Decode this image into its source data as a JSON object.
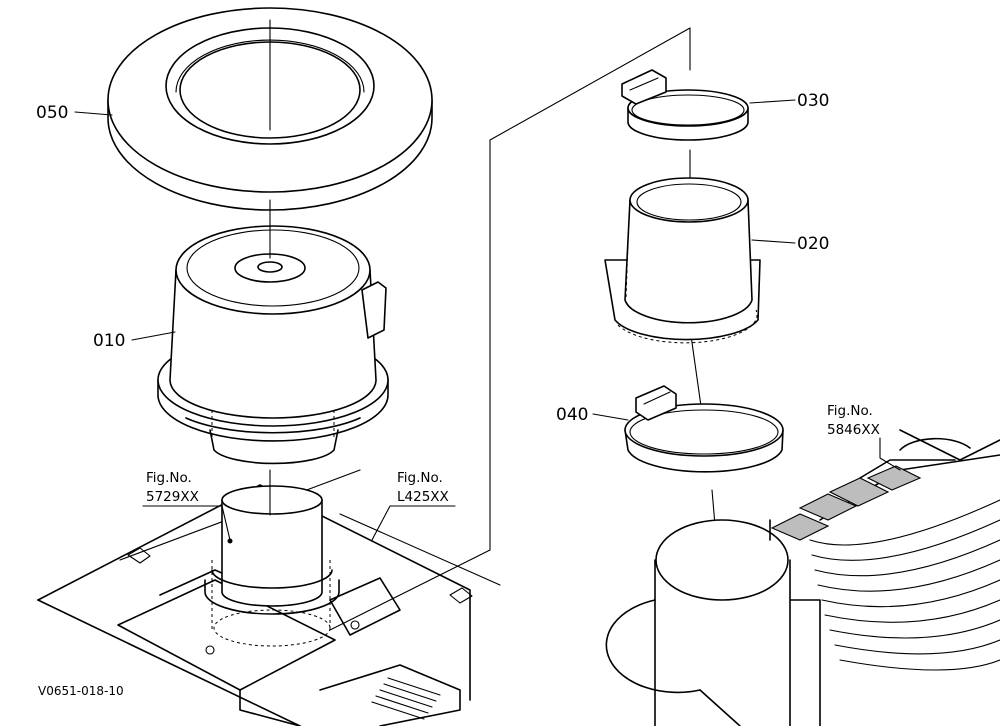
{
  "diagram": {
    "callouts": {
      "p050": "050",
      "p010": "010",
      "p030": "030",
      "p020": "020",
      "p040": "040"
    },
    "figure_refs": {
      "fig5729": {
        "line1": "Fig.No.",
        "line2": "5729XX"
      },
      "figL425": {
        "line1": "Fig.No.",
        "line2": "L425XX"
      },
      "fig5846": {
        "line1": "Fig.No.",
        "line2": "5846XX"
      }
    },
    "drawing_code": "V0651-018-10"
  }
}
